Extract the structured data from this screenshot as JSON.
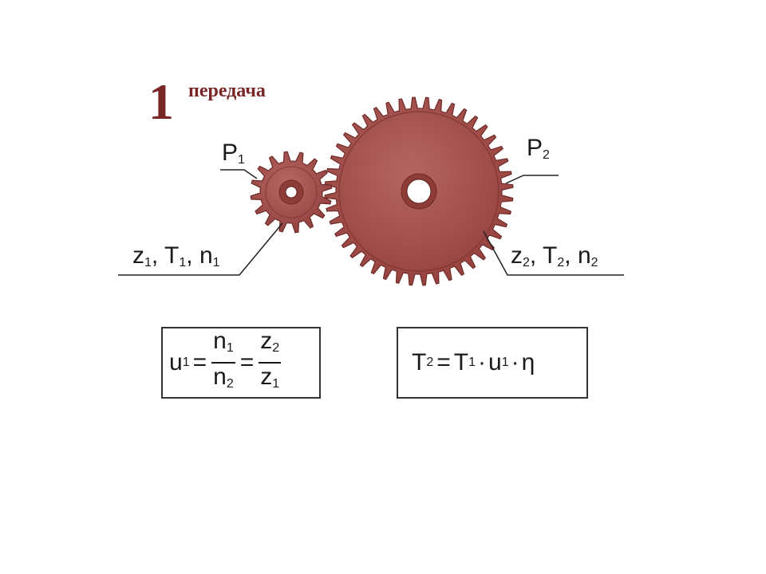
{
  "title": {
    "number": "1",
    "word": "передача"
  },
  "gears": {
    "small": {
      "teeth": 16,
      "color": "#a9524c"
    },
    "large": {
      "teeth": 44,
      "color": "#a9524c"
    },
    "outline_color": "#6e2a27"
  },
  "labels": {
    "p1": {
      "main": "P",
      "sub": "1"
    },
    "p2": {
      "main": "P",
      "sub": "2"
    },
    "small_params": {
      "z": "z",
      "z_sub": "1",
      "t": "T",
      "t_sub": "1",
      "n": "n",
      "n_sub": "1",
      "sep": ", "
    },
    "large_params": {
      "z": "z",
      "z_sub": "2",
      "t": "T",
      "t_sub": "2",
      "n": "n",
      "n_sub": "2",
      "sep": ", "
    }
  },
  "formula_ratio": {
    "lhs": "u",
    "lhs_sub": "1",
    "eq": "=",
    "f1_num": "n",
    "f1_num_sub": "1",
    "f1_den": "n",
    "f1_den_sub": "2",
    "f2_num": "z",
    "f2_num_sub": "2",
    "f2_den": "z",
    "f2_den_sub": "1"
  },
  "formula_torque": {
    "lhs": "T",
    "lhs_sub": "2",
    "eq": "=",
    "t": "T",
    "t_sub": "1",
    "dot": "·",
    "u": "u",
    "u_sub": "1",
    "eta": "η"
  }
}
